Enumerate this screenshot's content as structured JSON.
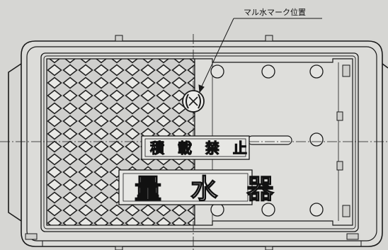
{
  "callout_label": "マル水マーク位置",
  "plate_top": "積 載 禁 止",
  "plate_bottom": "量 水 器"
}
